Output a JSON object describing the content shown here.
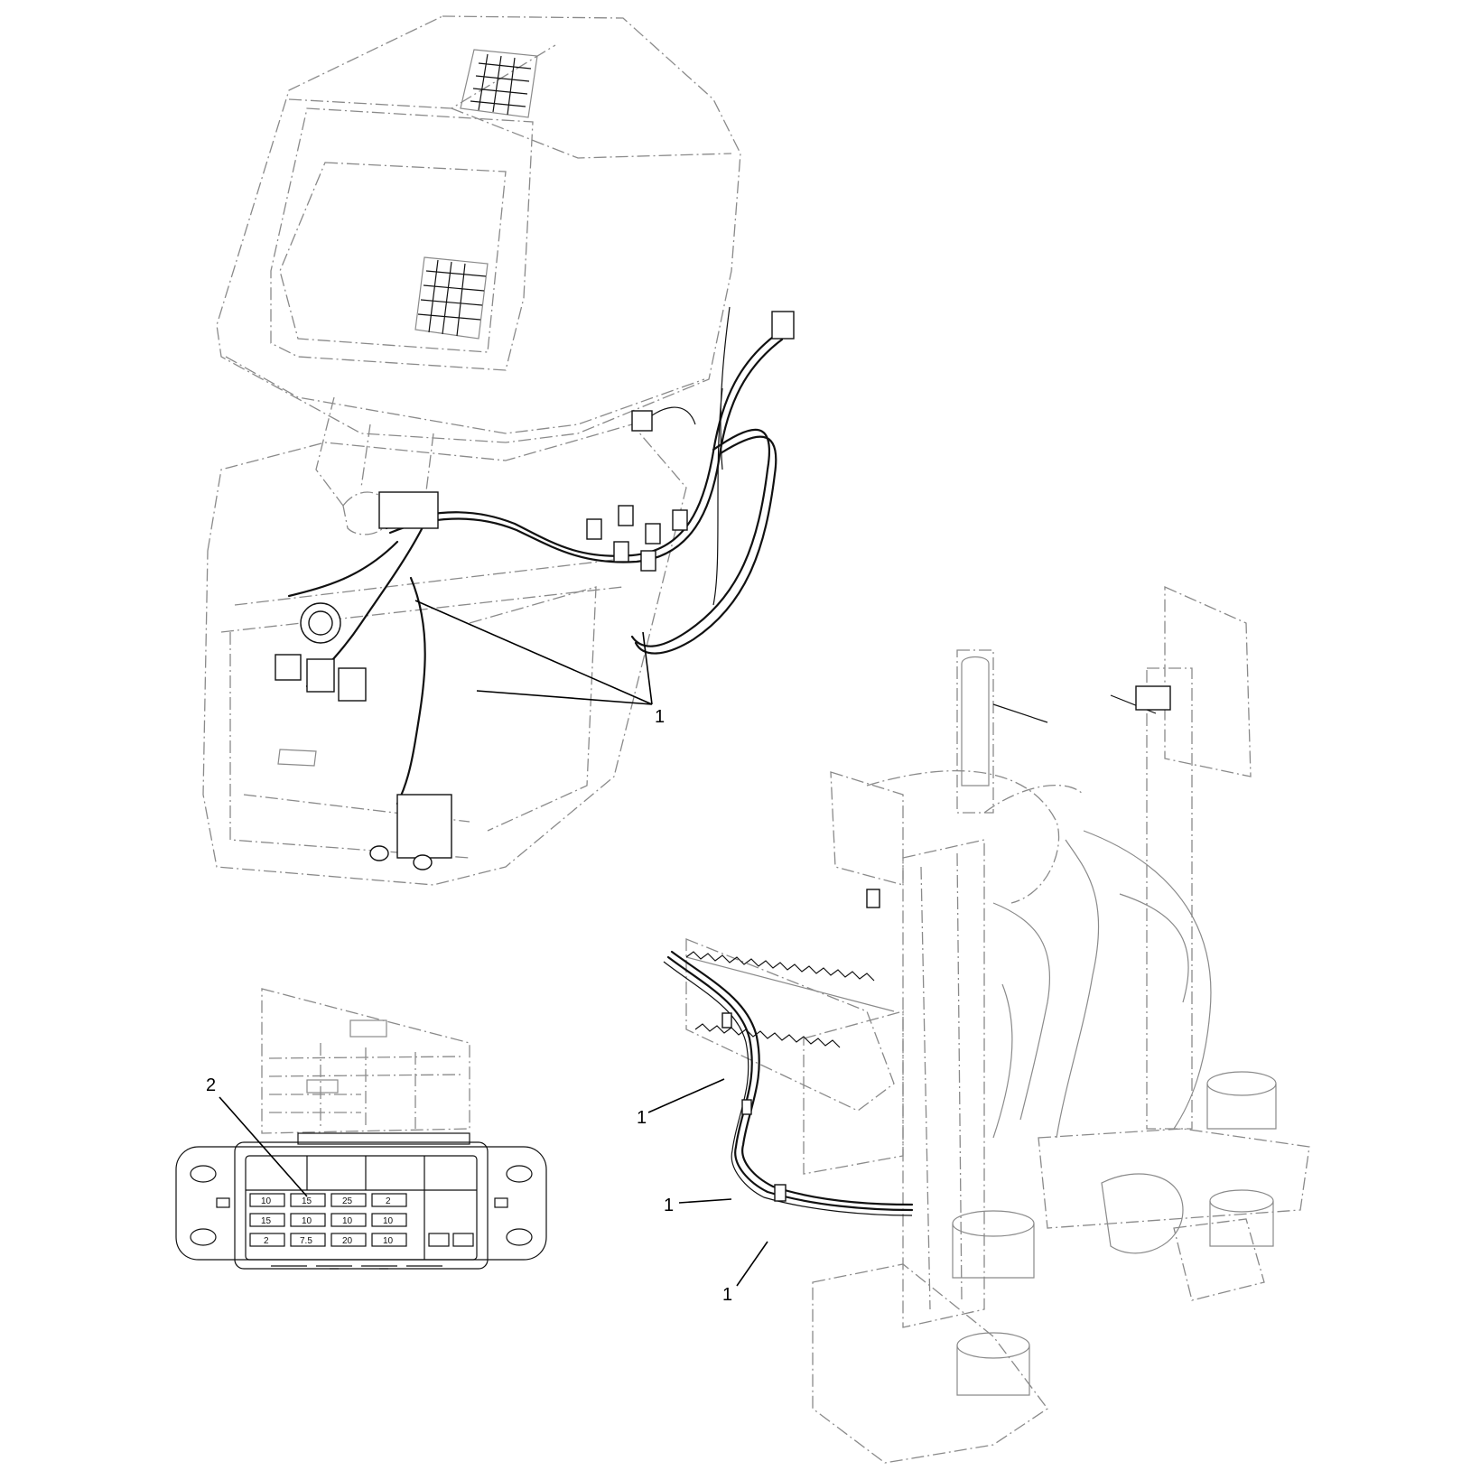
{
  "callouts": {
    "top_harness": "1",
    "harness_clip_a": "1",
    "harness_clip_b": "1",
    "harness_clip_c": "1",
    "fuse_block": "2"
  },
  "fuse_ratings": {
    "row1": [
      "10",
      "15",
      "25",
      "2"
    ],
    "row2": [
      "15",
      "10",
      "10",
      "10"
    ],
    "row3": [
      "2",
      "7.5",
      "20",
      "10"
    ]
  }
}
